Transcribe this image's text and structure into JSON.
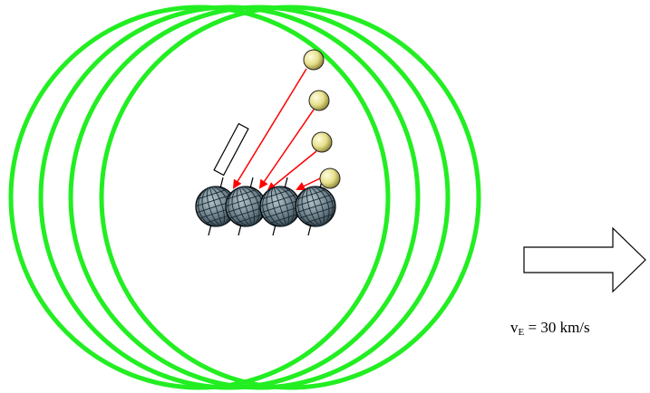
{
  "velocity_label": {
    "symbol": "v",
    "subscript": "E",
    "value_text": " = 30 km/s"
  },
  "colors": {
    "light_rings": "#22ee22",
    "rays": "#ff0000",
    "earth_body": "#6b7e88",
    "earth_grid": "#1a2a33",
    "star_body": "#e6e08c",
    "telescope_fill": "#ffffff",
    "arrow_outline": "#000000"
  },
  "diagram": {
    "light_ring_count": 4,
    "earth_position_count": 4,
    "star_image_count": 4,
    "motion_arrow_icon": "hollow-right-arrow"
  }
}
